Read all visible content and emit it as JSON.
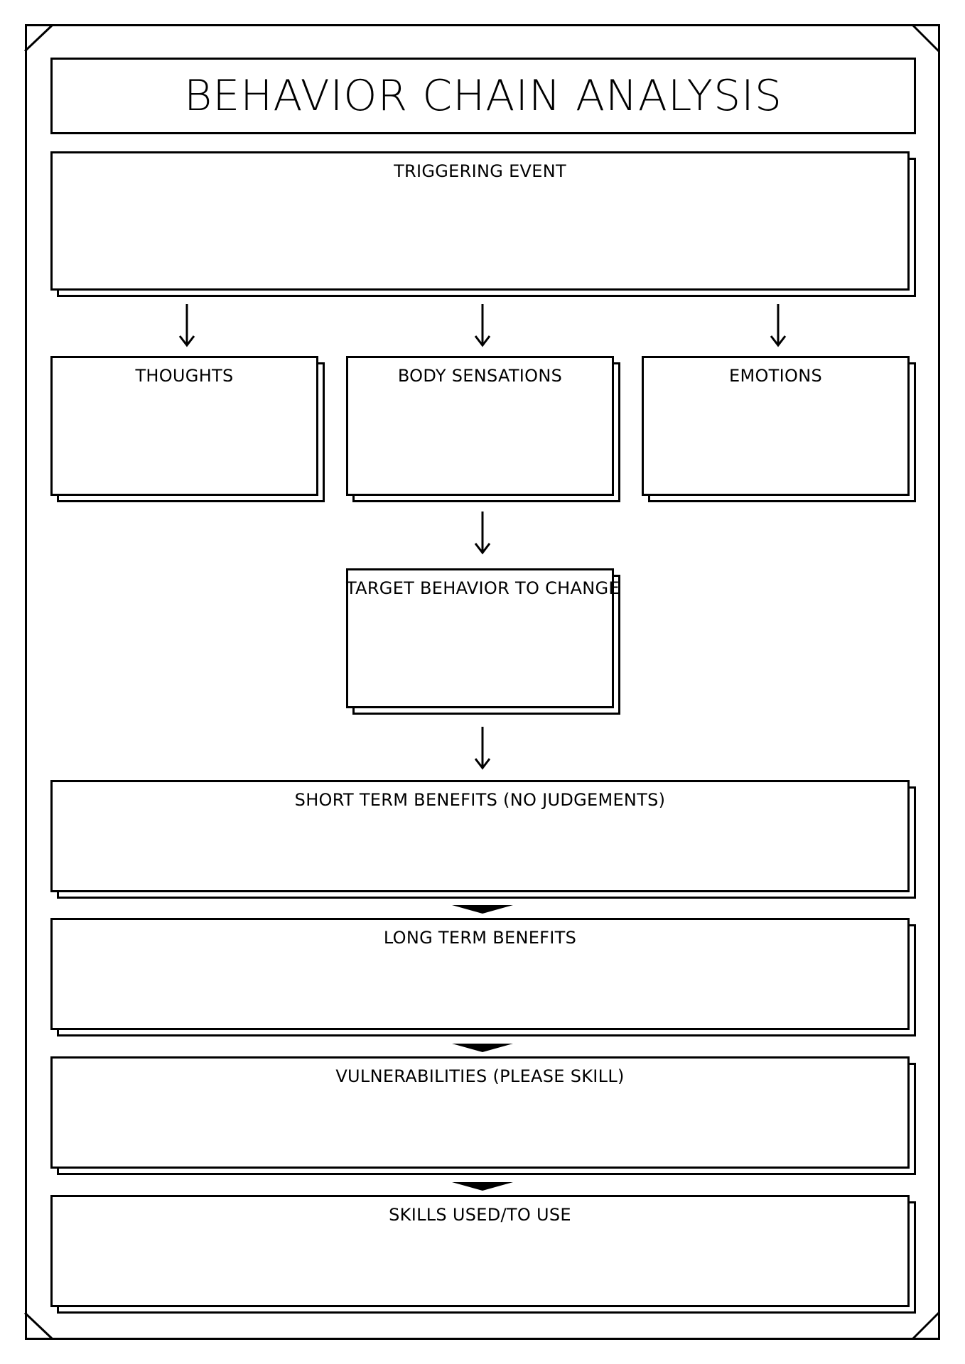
{
  "title": "BEHAVIOR CHAIN ANALYSIS",
  "boxes": {
    "triggering_event": "TRIGGERING EVENT",
    "thoughts": "THOUGHTS",
    "body_sensations": "BODY SENSATIONS",
    "emotions": "EMOTIONS",
    "target_behavior": "TARGET BEHAVIOR TO CHANGE",
    "short_term_benefits": "SHORT TERM BENEFITS (NO JUDGEMENTS)",
    "long_term_benefits": "LONG TERM BENEFITS",
    "vulnerabilities": "VULNERABILITIES (PLEASE SKILL)",
    "skills": "SKILLS USED/TO USE"
  }
}
